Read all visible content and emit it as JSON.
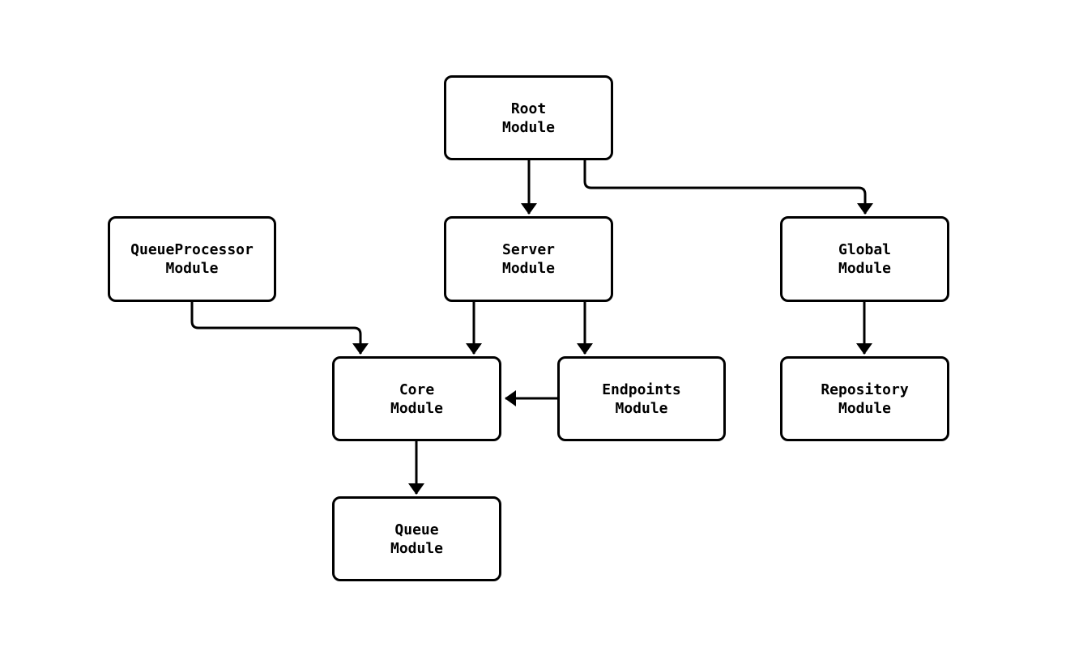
{
  "diagram": {
    "background_color": "#ffffff",
    "stroke_color": "#000000",
    "node_fill_color": "#ffffff",
    "nodes": {
      "root": {
        "line1": "Root",
        "line2": "Module",
        "full_name": "Root Module"
      },
      "queue_processor": {
        "line1": "QueueProcessor",
        "line2": "Module",
        "full_name": "QueueProcessor Module"
      },
      "server": {
        "line1": "Server",
        "line2": "Module",
        "full_name": "Server Module"
      },
      "global": {
        "line1": "Global",
        "line2": "Module",
        "full_name": "Global Module"
      },
      "core": {
        "line1": "Core",
        "line2": "Module",
        "full_name": "Core Module"
      },
      "endpoints": {
        "line1": "Endpoints",
        "line2": "Module",
        "full_name": "Endpoints Module"
      },
      "repository": {
        "line1": "Repository",
        "line2": "Module",
        "full_name": "Repository Module"
      },
      "queue": {
        "line1": "Queue",
        "line2": "Module",
        "full_name": "Queue Module"
      }
    },
    "edges": [
      {
        "from": "Root Module",
        "to": "Server Module"
      },
      {
        "from": "Root Module",
        "to": "Global Module"
      },
      {
        "from": "QueueProcessor Module",
        "to": "Core Module"
      },
      {
        "from": "Server Module",
        "to": "Core Module"
      },
      {
        "from": "Server Module",
        "to": "Endpoints Module"
      },
      {
        "from": "Endpoints Module",
        "to": "Core Module"
      },
      {
        "from": "Global Module",
        "to": "Repository Module"
      },
      {
        "from": "Core Module",
        "to": "Queue Module"
      }
    ]
  }
}
